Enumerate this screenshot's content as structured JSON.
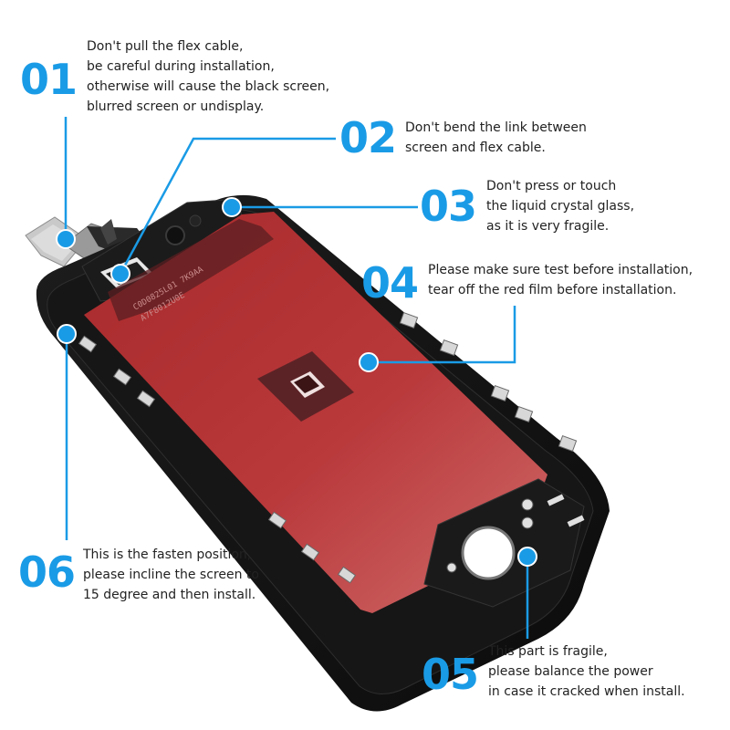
{
  "accent_color": "#1a9be6",
  "callouts": [
    {
      "number": "01",
      "lines": [
        "Don't pull the flex cable,",
        "be careful during installation,",
        "otherwise will  cause the black screen,",
        "blurred screen or undisplay."
      ]
    },
    {
      "number": "02",
      "lines": [
        "Don't bend the link between",
        "screen and flex cable."
      ]
    },
    {
      "number": "03",
      "lines": [
        "Don't press or touch",
        "the liquid crystal glass,",
        "as it is very fragile."
      ]
    },
    {
      "number": "04",
      "lines": [
        "Please make sure test before installation,",
        "tear off the red film before installation."
      ]
    },
    {
      "number": "05",
      "lines": [
        "This part is fragile,",
        "please balance the power",
        "in case it cracked when install."
      ]
    },
    {
      "number": "06",
      "lines": [
        "This is the fasten position,",
        "please incline the screen to",
        "15 degree and then install."
      ]
    }
  ],
  "chip_labels": [
    "C0D0825L01 7K9AA",
    "A7F8012U0E"
  ],
  "icons": [
    "flex-cable-connector",
    "lcd-screen",
    "home-button-hole",
    "camera-hole",
    "mounting-clips"
  ]
}
